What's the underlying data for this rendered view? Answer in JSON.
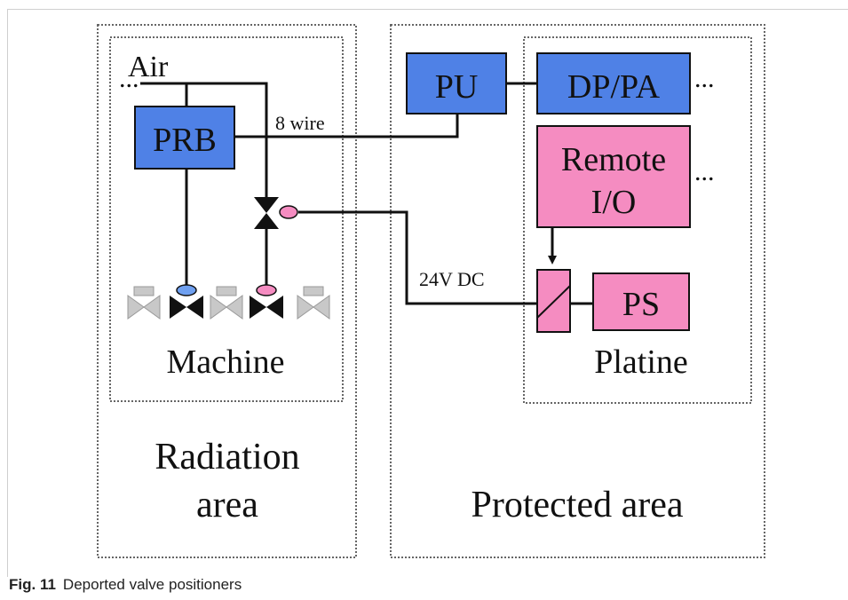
{
  "colors": {
    "blue_box": "#4f81e6",
    "pink_box": "#f58cc1",
    "wire": "#111111",
    "valve_grey": "#c8c8c8",
    "indicator_blue": "#6fa0f0",
    "indicator_pink": "#f58cc1"
  },
  "labels": {
    "air": "Air",
    "ellipsis_air": "...",
    "prb": "PRB",
    "eight_wire": "8 wire",
    "pu": "PU",
    "dppa": "DP/PA",
    "ellipsis_dppa": "...",
    "remote_line1": "Remote",
    "remote_line2": "I/O",
    "ellipsis_remote": "...",
    "ps": "PS",
    "dc24": "24V DC",
    "machine": "Machine",
    "platine": "Platine",
    "radiation_line1": "Radiation",
    "radiation_line2": "area",
    "protected": "Protected area"
  },
  "caption": {
    "fig": "Fig. 11",
    "text": "Deported valve positioners"
  }
}
